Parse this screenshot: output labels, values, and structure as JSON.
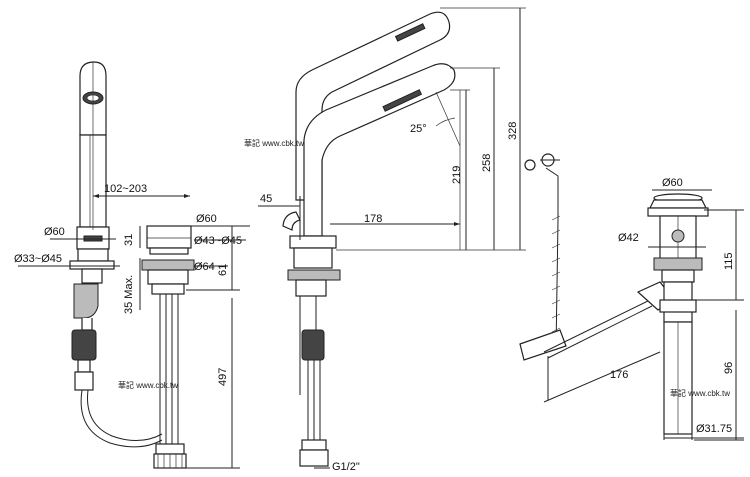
{
  "watermarks": [
    "華記 www.cbk.tw",
    "華記 www.cbk.tw",
    "華記 www.cbk.tw"
  ],
  "side_view": {
    "reach_range": "102~203",
    "deck_diameter": "Ø60",
    "hole_range": "Ø33~Ø45",
    "thickness": "31",
    "max_deck": "35 Max.",
    "top_dia": "Ø60",
    "hole_dia": "Ø43~Ø45",
    "nut_dia": "Ø64",
    "nut_height": "61",
    "total_length": "497"
  },
  "front_view": {
    "offset": "45",
    "reach": "178",
    "angle": "25°",
    "h1": "219",
    "h2": "258",
    "h3": "328",
    "thread": "G1/2\""
  },
  "drain_view": {
    "cap_dia": "Ø60",
    "body_dia": "Ø42",
    "h_top": "115",
    "h_bottom": "96",
    "rod_length": "176",
    "pipe_dia": "Ø31.75"
  }
}
